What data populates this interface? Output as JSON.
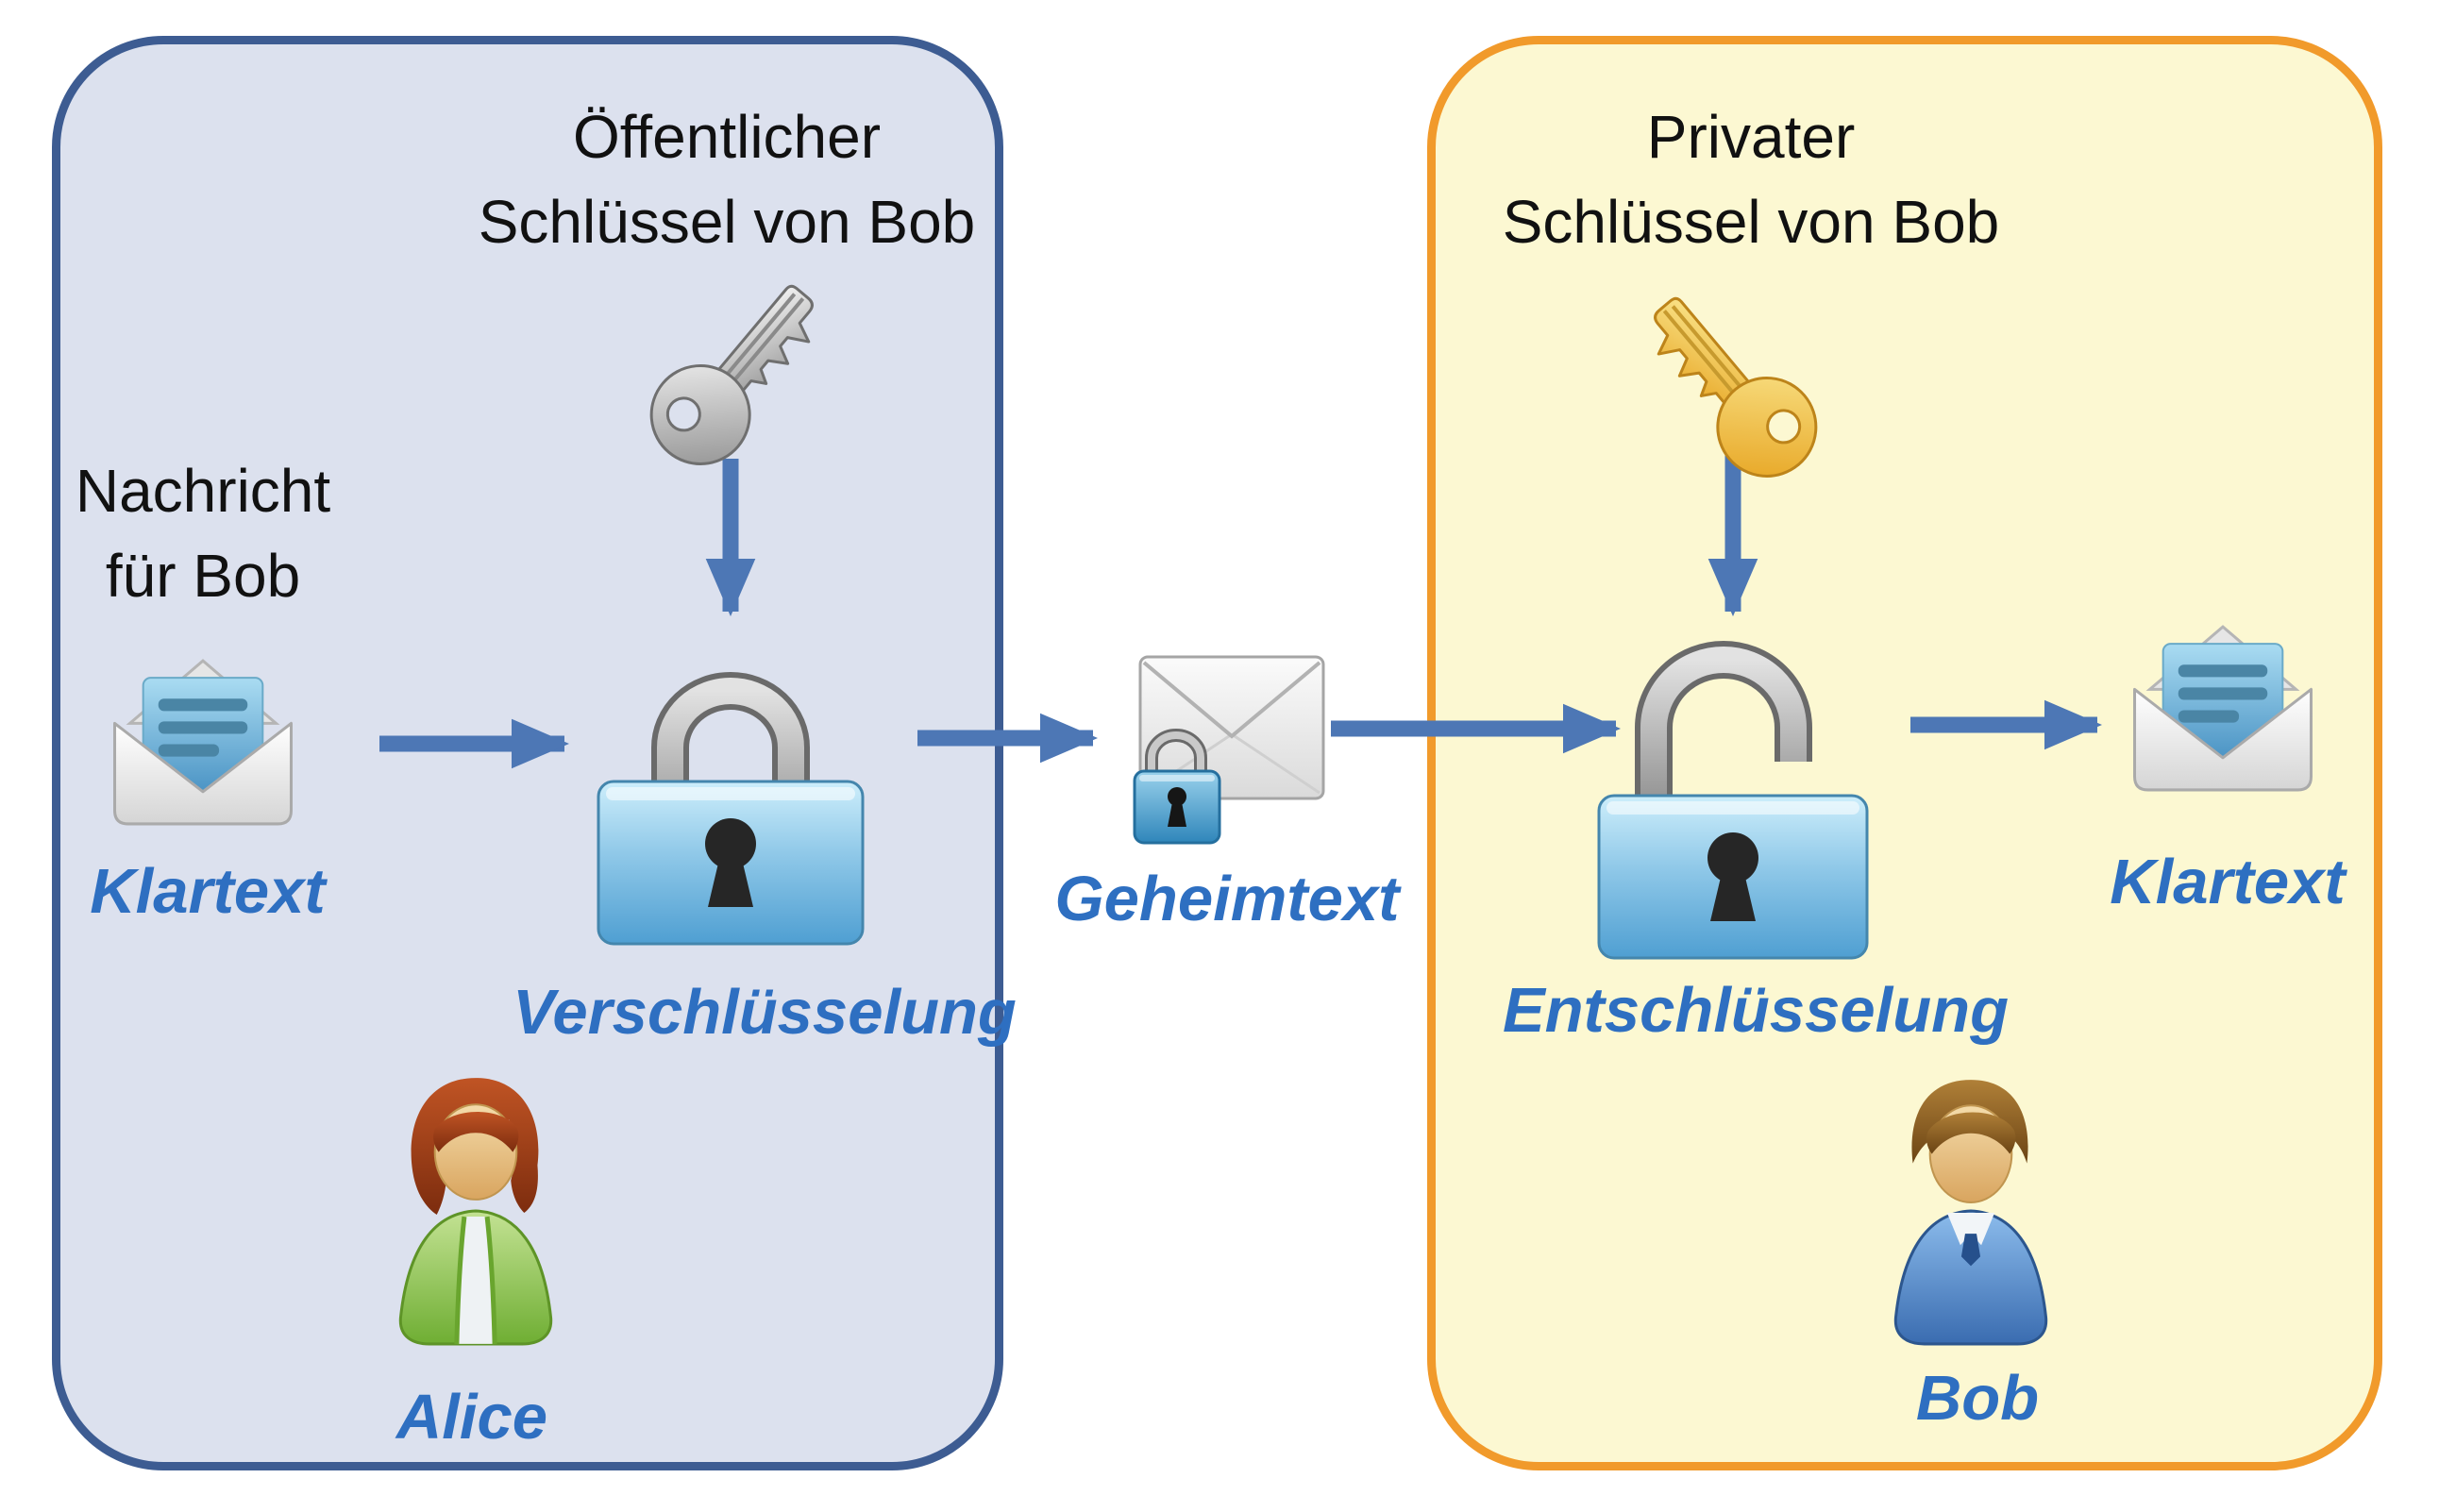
{
  "left_panel": {
    "title_line1": "Öffentlicher",
    "title_line2": "Schlüssel von Bob",
    "message_note_line1": "Nachricht",
    "message_note_line2": "für Bob",
    "plaintext_label": "Klartext",
    "process_label": "Verschlüsselung",
    "person_name": "Alice"
  },
  "middle": {
    "ciphertext_label": "Geheimtext"
  },
  "right_panel": {
    "title_line1": "Privater",
    "title_line2": "Schlüssel von Bob",
    "plaintext_label": "Klartext",
    "process_label": "Entschlüsselung",
    "person_name": "Bob"
  },
  "icons": {
    "public_key": "silver-key-icon",
    "private_key": "gold-key-icon",
    "encrypt_lock": "locked-padlock-icon",
    "decrypt_lock": "unlocked-padlock-icon",
    "plaintext_message": "open-envelope-letter-icon",
    "ciphertext_message": "sealed-envelope-with-padlock-icon",
    "alice": "woman-avatar-icon",
    "bob": "man-avatar-icon",
    "flow": "blue-arrow"
  },
  "colors": {
    "left_panel_fill": "#dce1ee",
    "left_panel_border": "#3d5c92",
    "right_panel_fill": "#fcf8d2",
    "right_panel_border": "#f19a2b",
    "arrow": "#4d77b5",
    "label_text": "#2e6fc1",
    "title_text": "#111111"
  }
}
